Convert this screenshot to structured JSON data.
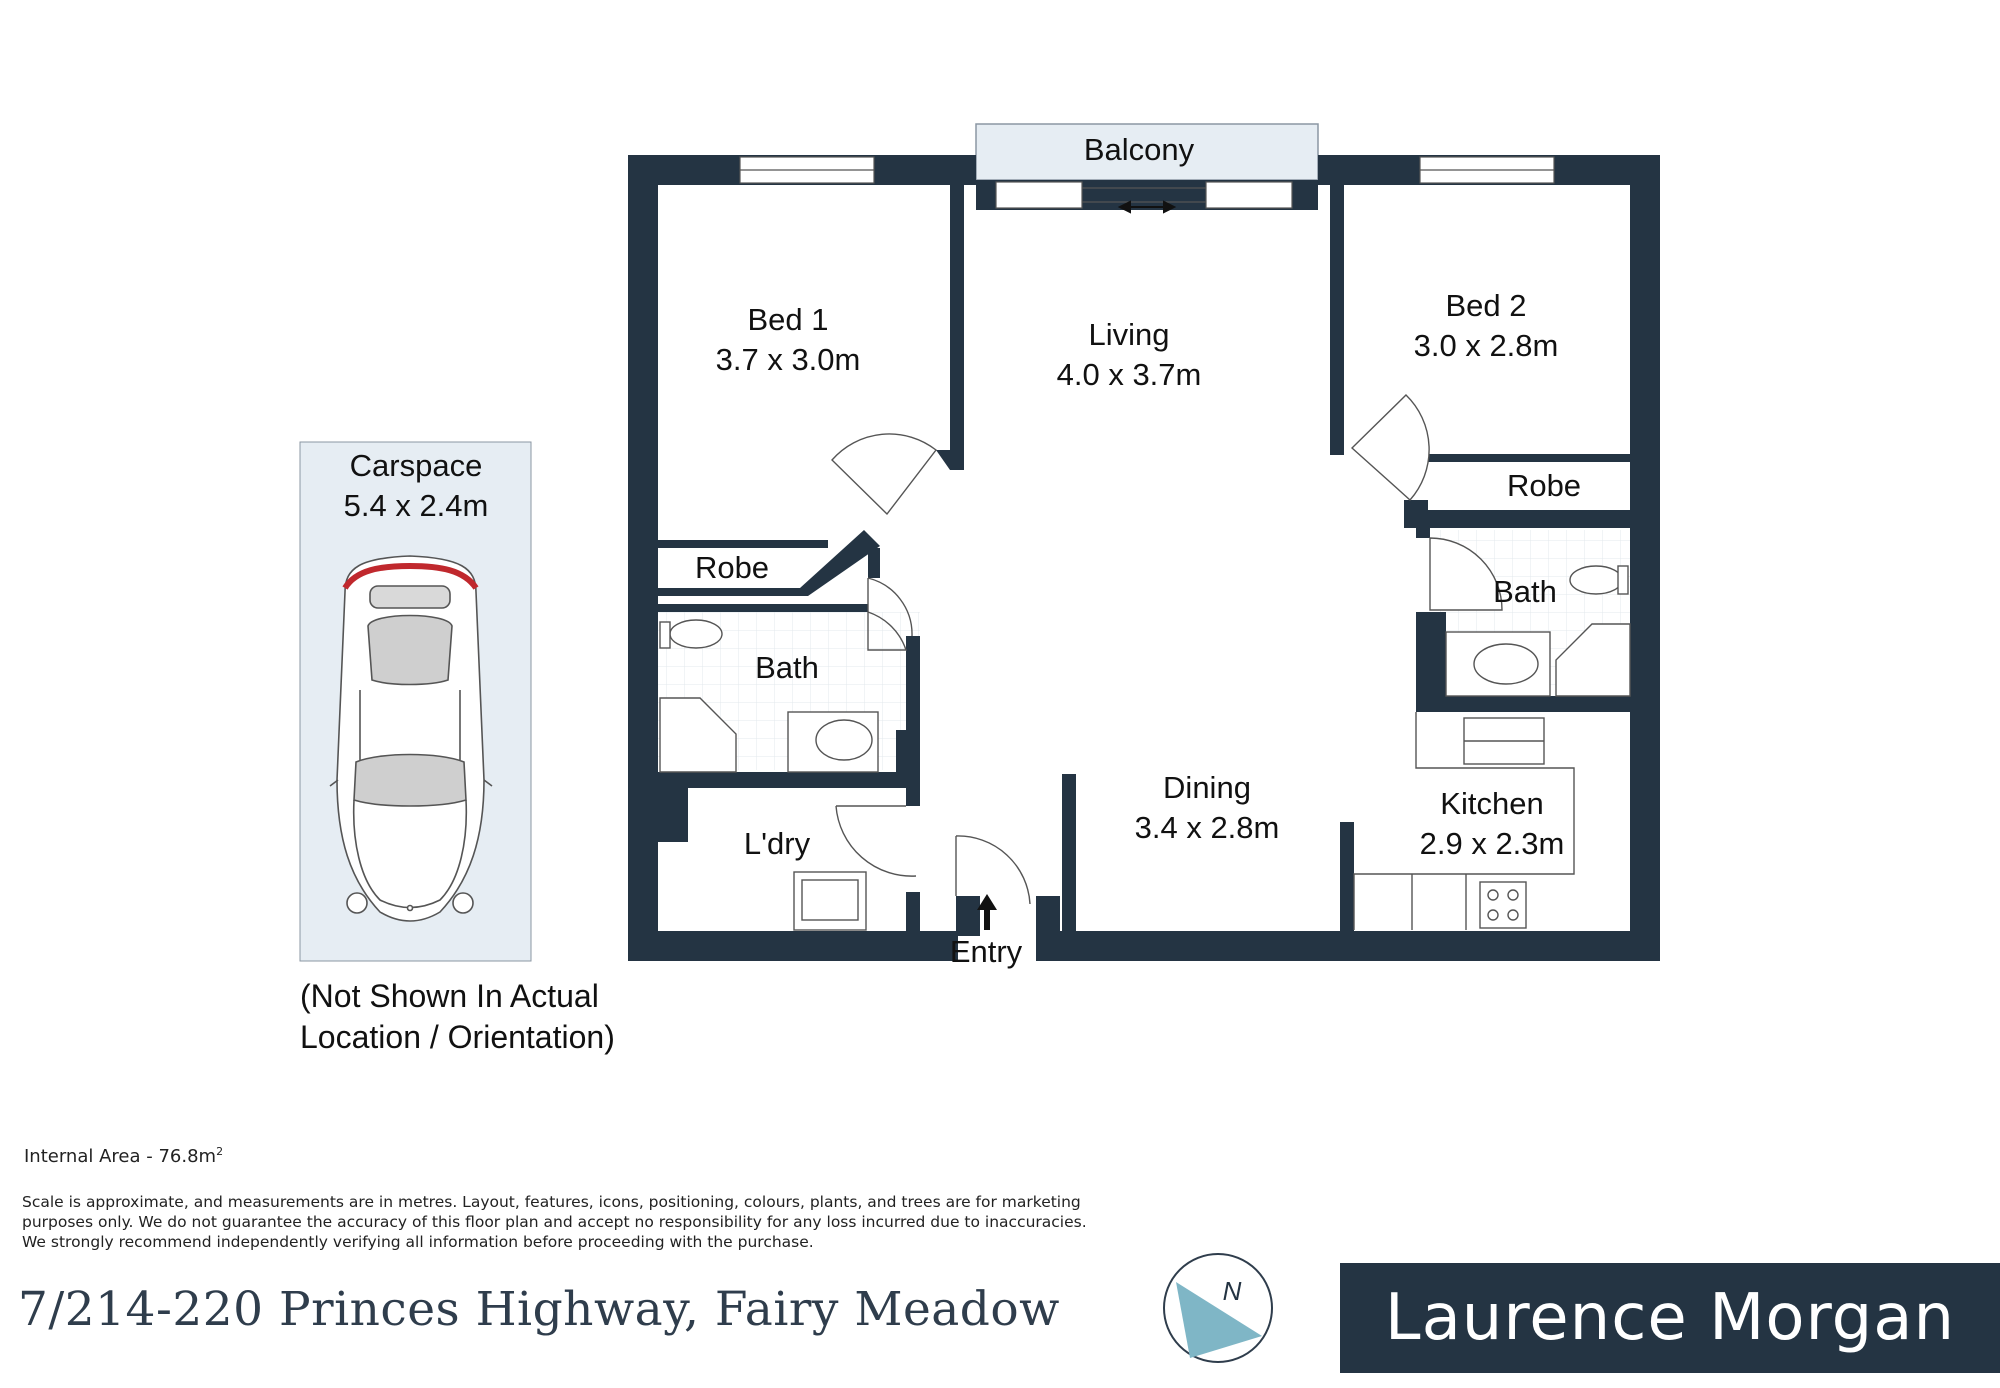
{
  "rooms": {
    "balcony": "Balcony",
    "bed1_name": "Bed 1",
    "bed1_size": "3.7 x 3.0m",
    "living_name": "Living",
    "living_size": "4.0 x 3.7m",
    "bed2_name": "Bed 2",
    "bed2_size": "3.0 x 2.8m",
    "robe_left": "Robe",
    "robe_right": "Robe",
    "bath_left": "Bath",
    "bath_right": "Bath",
    "laundry": "L'dry",
    "dining_name": "Dining",
    "dining_size": "3.4 x 2.8m",
    "kitchen_name": "Kitchen",
    "kitchen_size": "2.9 x 2.3m",
    "entry": "Entry"
  },
  "carspace": {
    "name": "Carspace",
    "size": "5.4 x 2.4m",
    "note_line1": "(Not Shown In Actual",
    "note_line2": "Location / Orientation)"
  },
  "info": {
    "internal_area": "Internal Area - 76.8m",
    "area_superscript": "2",
    "disclaimer": "Scale is approximate, and measurements are in metres. Layout, features, icons, positioning, colours, plants, and trees are for marketing purposes only. We do not guarantee the accuracy of this floor plan and accept no responsibility for any loss incurred due to inaccuracies. We strongly recommend independently verifying all information before proceeding with the purchase.",
    "address": "7/214-220 Princes Highway, Fairy Meadow",
    "compass_label": "N"
  },
  "brand": {
    "name": "Laurence Morgan"
  },
  "colors": {
    "wall": "#243443",
    "compass_fill": "#7fb6c6",
    "tile_grid": "#e3e8ec",
    "car_tail_light": "#c0282d"
  }
}
